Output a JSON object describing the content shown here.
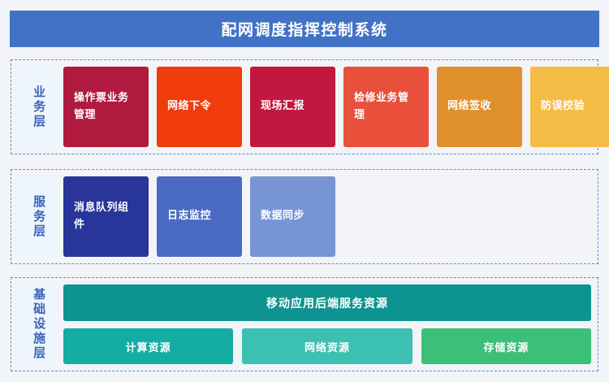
{
  "header": {
    "title": "配网调度指挥控制系统",
    "background": "#4172C6",
    "text_color": "#FFFFFF"
  },
  "layers": [
    {
      "id": "business",
      "label": "业务层",
      "label_bg": "#EDF5FD",
      "label_color": "#3A63B8",
      "cards": [
        {
          "label": "操作票业务管理",
          "color": "#B01A3E"
        },
        {
          "label": "网络下令",
          "color": "#F03C0A"
        },
        {
          "label": "现场汇报",
          "color": "#C2173F"
        },
        {
          "label": "检修业务管理",
          "color": "#E8503C"
        },
        {
          "label": "网络签收",
          "color": "#E0902A"
        },
        {
          "label": "防误校验",
          "color": "#F5BC45"
        }
      ]
    },
    {
      "id": "service",
      "label": "服务层",
      "label_bg": "#EDF5FD",
      "label_color": "#3A63B8",
      "cards": [
        {
          "label": "消息队列组件",
          "color": "#28359A"
        },
        {
          "label": "日志监控",
          "color": "#4A6AC4"
        },
        {
          "label": "数据同步",
          "color": "#7794D4"
        }
      ]
    },
    {
      "id": "infrastructure",
      "label": "基础设施层",
      "label_bg": "#EDF5FD",
      "label_color": "#3A63B8",
      "wide_card": {
        "label": "移动应用后端服务资源",
        "color": "#0D9490"
      },
      "cards": [
        {
          "label": "计算资源",
          "color": "#14ADA4"
        },
        {
          "label": "网络资源",
          "color": "#3BC0B2"
        },
        {
          "label": "存储资源",
          "color": "#3CBF79"
        }
      ]
    }
  ],
  "theme": {
    "page_background": "#F2F4F7",
    "frame_border": "#5B8BD6"
  }
}
